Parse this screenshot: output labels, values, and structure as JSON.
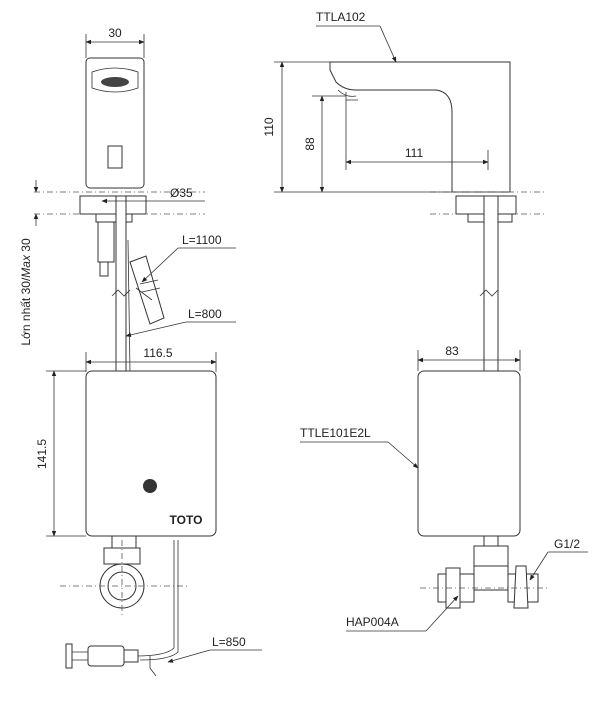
{
  "dimensions": {
    "spout_width": "30",
    "hole_diameter": "Ø35",
    "hose_long": "L=1100",
    "hose_short": "L=800",
    "box_width": "116.5",
    "box_height": "141.5",
    "cable_length": "L=850",
    "total_height": "110",
    "spout_height": "88",
    "spout_reach": "111",
    "box_depth": "83",
    "deck_thickness_label": "Lớn nhất 30/",
    "deck_thickness_max_word": "Max",
    "deck_thickness_max_value": " 30"
  },
  "parts": {
    "faucet_model": "TTLA102",
    "control_box_model": "TTLE101E2L",
    "valve_model": "HAP004A",
    "thread_size": "G1/2"
  },
  "brand": {
    "logo_text": "TOTO"
  }
}
